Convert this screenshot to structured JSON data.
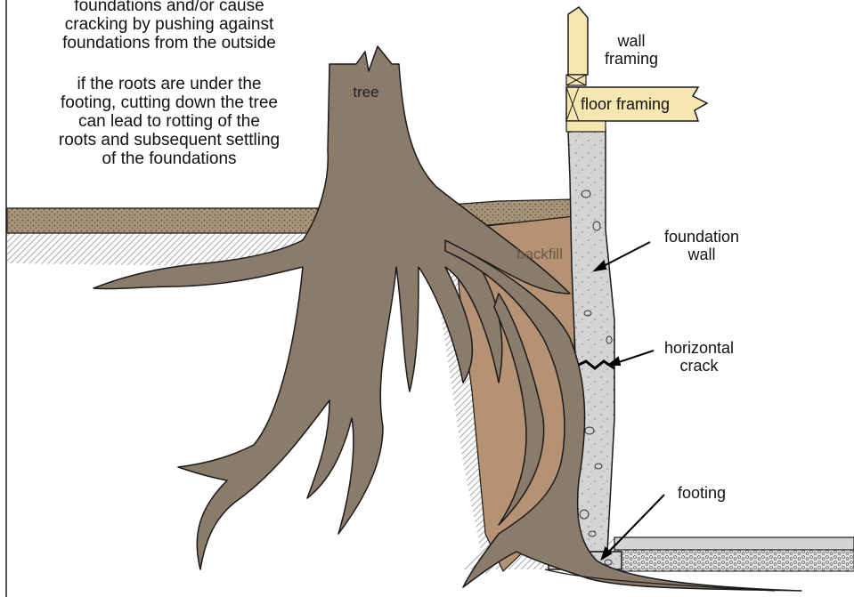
{
  "notes": {
    "line_1": "foundations and/or cause",
    "line_2": "cracking by pushing against",
    "line_3": "foundations from the outside",
    "line_4": "if the roots are under the",
    "line_5": "footing, cutting down the tree",
    "line_6": "can lead to rotting of the",
    "line_7": "roots and subsequent settling",
    "line_8": "of the foundations"
  },
  "labels": {
    "tree": "tree",
    "backfill": "backfill",
    "wall_framing_1": "wall",
    "wall_framing_2": "framing",
    "floor_framing": "floor framing",
    "foundation_wall_1": "foundation",
    "foundation_wall_2": "wall",
    "horizontal_crack_1": "horizontal",
    "horizontal_crack_2": "crack",
    "footing": "footing"
  },
  "colors": {
    "root": "#8b7b6b",
    "topsoil": "#a89478",
    "backfill": "#b59274",
    "concrete": "#d3d3d3",
    "wood": "#f6e7b0",
    "outline": "#1a1a1a"
  }
}
